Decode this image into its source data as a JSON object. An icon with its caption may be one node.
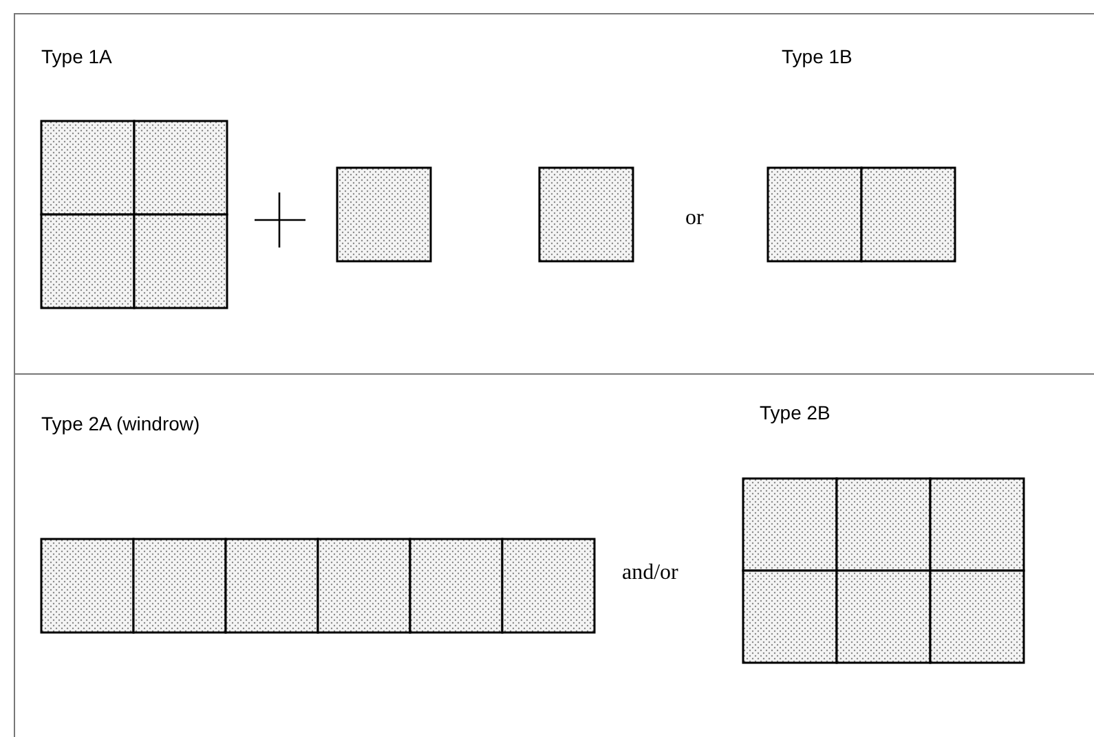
{
  "diagram": {
    "labels": [
      "Type 1A",
      "Type 1B",
      "or",
      "Type 2A (windrow)",
      "Type 2B",
      "and/or"
    ]
  }
}
